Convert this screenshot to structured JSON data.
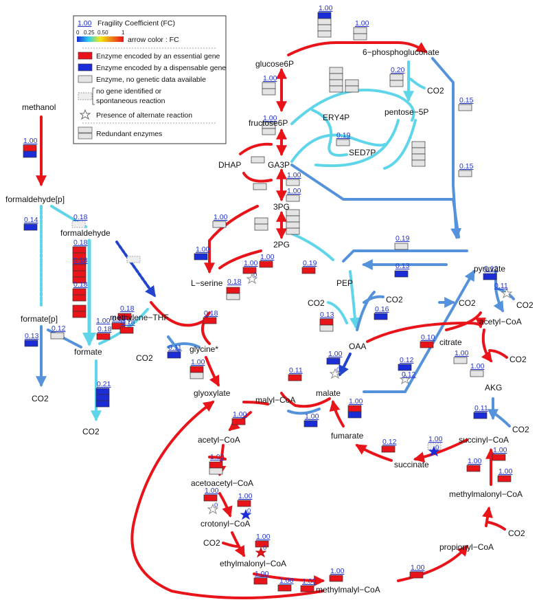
{
  "legend": {
    "fc_sample": "1.00",
    "fc_title": "Fragility Coefficient (FC)",
    "scale_ticks": [
      "0",
      "0.25",
      "0.50",
      "1"
    ],
    "arrow_color_label": "arrow color : FC",
    "essential": "Enzyme encoded by an essential gene",
    "dispensable": "Enzyme encoded by a dispensable gene",
    "no_data": "Enzyme, no genetic data available",
    "no_gene_1": "no gene identified or",
    "no_gene_2": "spontaneous reaction",
    "alternate": "Presence of alternate reaction",
    "redundant": "Redundant enzymes",
    "colors": {
      "essential": "#e8141a",
      "dispensable": "#1b2dd6",
      "no_data": "#e4e4e4"
    }
  },
  "metabolites": {
    "methanol": "methanol",
    "formaldehyde_p": "formaldehyde[p]",
    "formaldehyde": "formaldehyde",
    "formate_p": "formate[p]",
    "methylene_thf": "methylene−THF",
    "formate": "formate",
    "co2_formate_p": "CO2",
    "co2_formate": "CO2",
    "co2_glycine": "CO2",
    "glucose6p": "glucose6P",
    "phosphogluconate": "6−phosphogluconate",
    "co2_pgl": "CO2",
    "fructose6p": "fructose6P",
    "ery4p": "ERY4P",
    "pentose5p": "pentose−5P",
    "sed7p": "SED7P",
    "dhap": "DHAP",
    "ga3p": "GA3P",
    "pg3": "3PG",
    "pg2": "2PG",
    "lserine": "L−serine",
    "pep": "PEP",
    "pyruvate": "pyruvate",
    "co2_pep_left": "CO2",
    "co2_pep_right": "CO2",
    "co2_pyr_mid": "CO2",
    "co2_pyr_right": "CO2",
    "acetylcoa_tca": "acetyl−CoA",
    "oaa": "OAA",
    "citrate": "citrate",
    "glycine": "glycine*",
    "co2_citrate": "CO2",
    "akg": "AKG",
    "glyoxylate": "glyoxylate",
    "malylcoa": "malyl−CoA",
    "malate": "malate",
    "co2_akg": "CO2",
    "fumarate": "fumarate",
    "acetylcoa": "acetyl−CoA",
    "succinylcoa": "succinyl−CoA",
    "succinate": "succinate",
    "acetoacetylcoa": "acetoacetyl−CoA",
    "methylmalonylcoa": "methylmalonyl−CoA",
    "crotonylcoa": "crotonyl−CoA",
    "co2_ethyl": "CO2",
    "co2_prop": "CO2",
    "propionylcoa": "propionyl−CoA",
    "ethylmalonylcoa": "ethylmalonyl−CoA",
    "methylmalylcoa": "methylmalyl−CoA"
  },
  "fc_labels": [
    "1.00",
    "0.18",
    "0.14",
    "0.18",
    "0.18",
    "0.18",
    "0.12",
    "0.18",
    "0.18",
    "0.18",
    "0.13",
    "0.21",
    "0.11",
    "1.00",
    "0.18",
    "0.18",
    "1.00",
    "1.00",
    "0.18",
    "1.00",
    "1.00",
    "1.00",
    "1.00",
    "1.00",
    "0.19",
    "0.20",
    "0.15",
    "0.15",
    "0.19",
    "1.00",
    "1.00",
    "1.00",
    "1.00",
    "0.19",
    "0.13",
    "0.12",
    "0.11",
    "0.13",
    "0.16",
    "0.10",
    "1.00",
    "1.00",
    "0.12",
    "0.12",
    "0.11",
    "1.00",
    "1.00",
    "1.00",
    "0.11",
    "0.12",
    "1.00",
    "1.00",
    "1.00",
    "1.00",
    "1.00",
    "1.00",
    "1.00",
    "1.00",
    "1.00",
    "1.00",
    "1.00",
    "1.00",
    "1.00",
    "1.00"
  ],
  "zero_labels": [
    "0",
    "0",
    "0",
    "0",
    "0",
    "0"
  ]
}
